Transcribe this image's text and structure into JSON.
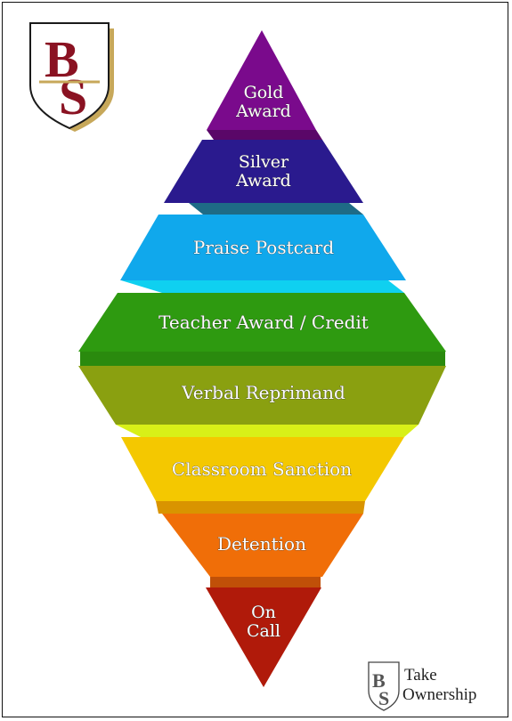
{
  "logo": {
    "letters": [
      "B",
      "S"
    ],
    "name": "school-crest"
  },
  "tiers": [
    {
      "id": "gold-award",
      "lines": [
        "Gold",
        "Award"
      ],
      "color": "#7a0a8c",
      "ledge": "#5a0768"
    },
    {
      "id": "silver-award",
      "lines": [
        "Silver",
        "Award"
      ],
      "color": "#2a1a8e",
      "ledge": "#1e6b86"
    },
    {
      "id": "praise-postcard",
      "lines": [
        "Praise Postcard"
      ],
      "color": "#10a8ec",
      "ledge": "#0fd0f0"
    },
    {
      "id": "teacher-award",
      "lines": [
        "Teacher Award / Credit"
      ],
      "color": "#2e9a10",
      "ledge": "#2a8a0e"
    },
    {
      "id": "verbal-reprimand",
      "lines": [
        "Verbal Reprimand"
      ],
      "color": "#8aa010",
      "ledge": "#d8f018"
    },
    {
      "id": "classroom-sanction",
      "lines": [
        "Classroom Sanction"
      ],
      "color": "#f4c800",
      "ledge": "#d99400"
    },
    {
      "id": "detention",
      "lines": [
        "Detention"
      ],
      "color": "#f06e08",
      "ledge": "#c05008"
    },
    {
      "id": "on-call",
      "lines": [
        "On",
        "Call"
      ],
      "color": "#b01a0a",
      "ledge": "#b01a0a"
    }
  ],
  "footer": {
    "brand_line1": "Take",
    "brand_line2": "Ownership"
  }
}
